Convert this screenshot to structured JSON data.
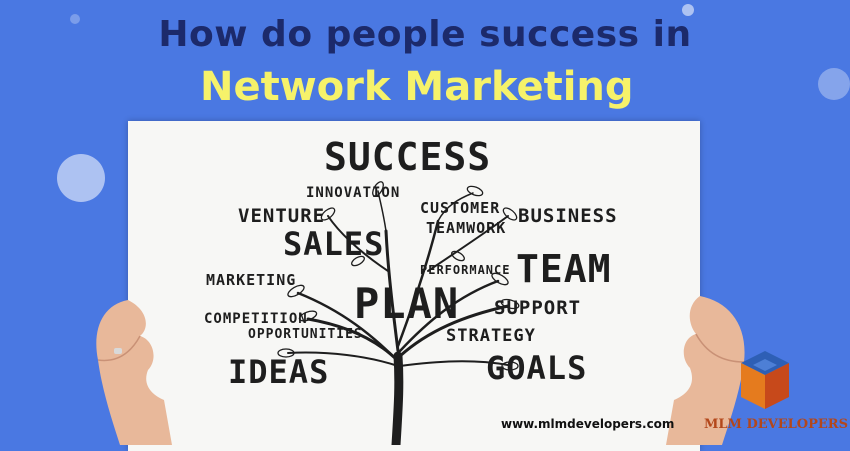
{
  "headline": {
    "line1": "How do people success in",
    "line2": "Network Marketing"
  },
  "board_words": {
    "success": "SUCCESS",
    "innovation": "INNOVATION",
    "customer": "CUSTOMER",
    "business": "BUSINESS",
    "venture": "VENTURE",
    "teamwork": "TEAMWORK",
    "sales": "SALES",
    "team": "TEAM",
    "performance": "PERFORMANCE",
    "marketing": "MARKETING",
    "plan": "PLAN",
    "support": "SUPPORT",
    "competition": "COMPETITION",
    "opportunities": "OPPORTUNITIES",
    "strategy": "STRATEGY",
    "ideas": "IDEAS",
    "goals": "GOALS"
  },
  "footer": {
    "url": "www.mlmdevelopers.com",
    "logo_text": "MLM DEVELOPERS"
  },
  "colors": {
    "background": "#4a78e2",
    "headline_dark": "#1c2a6b",
    "headline_yellow": "#f6f26a",
    "logo_orange": "#b3471b"
  }
}
